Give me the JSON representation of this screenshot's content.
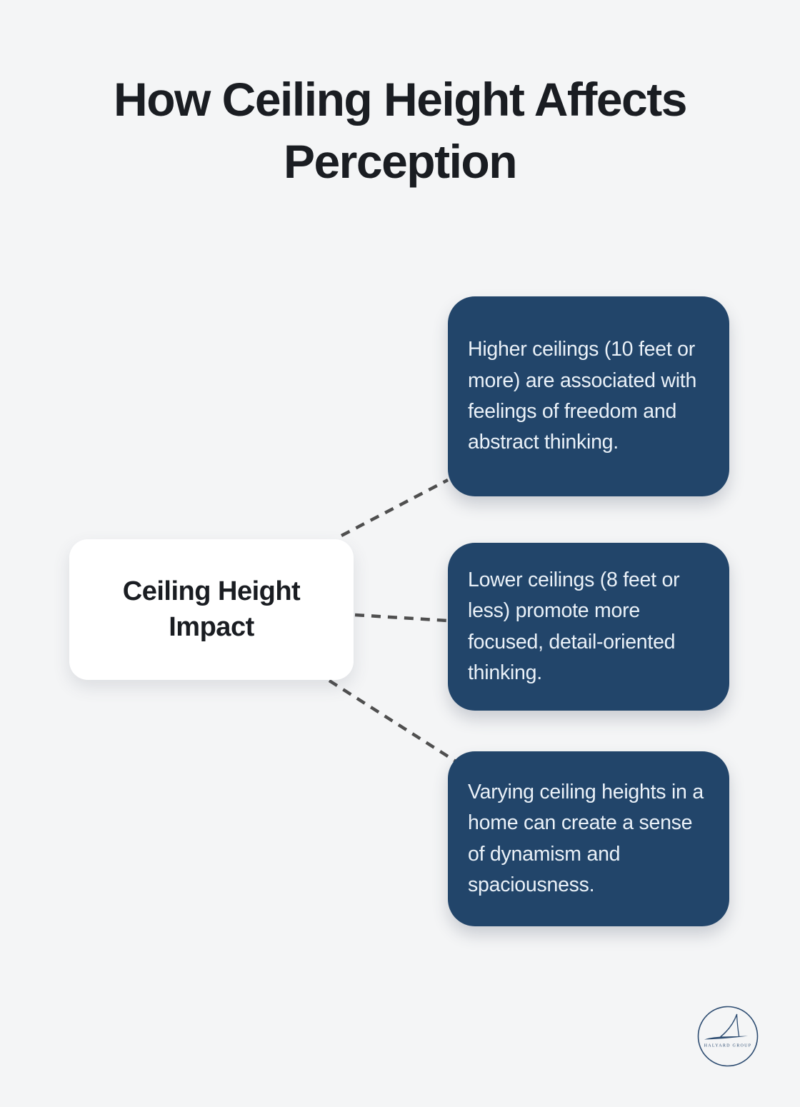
{
  "page": {
    "title": "How Ceiling Height Affects Perception"
  },
  "mindmap": {
    "center": {
      "label": "Ceiling Height Impact"
    },
    "branches": [
      {
        "text": "Higher ceilings (10 feet or more) are associated with feelings of freedom and abstract thinking."
      },
      {
        "text": "Lower ceilings (8 feet or less) promote more focused, detail-oriented thinking."
      },
      {
        "text": "Varying ceiling heights in a home can create a sense of dynamism and spaciousness."
      }
    ]
  },
  "branding": {
    "name": "HALYARD GROUP",
    "icon": "sailboat-icon"
  },
  "colors": {
    "background": "#f4f5f6",
    "title_text": "#1a1d22",
    "node_bg": "#22456a",
    "node_text": "#eaf1f8",
    "center_bg": "#ffffff",
    "center_text": "#1a1d22",
    "connector": "#4f4f4f",
    "brand_navy": "#2e4d72"
  }
}
